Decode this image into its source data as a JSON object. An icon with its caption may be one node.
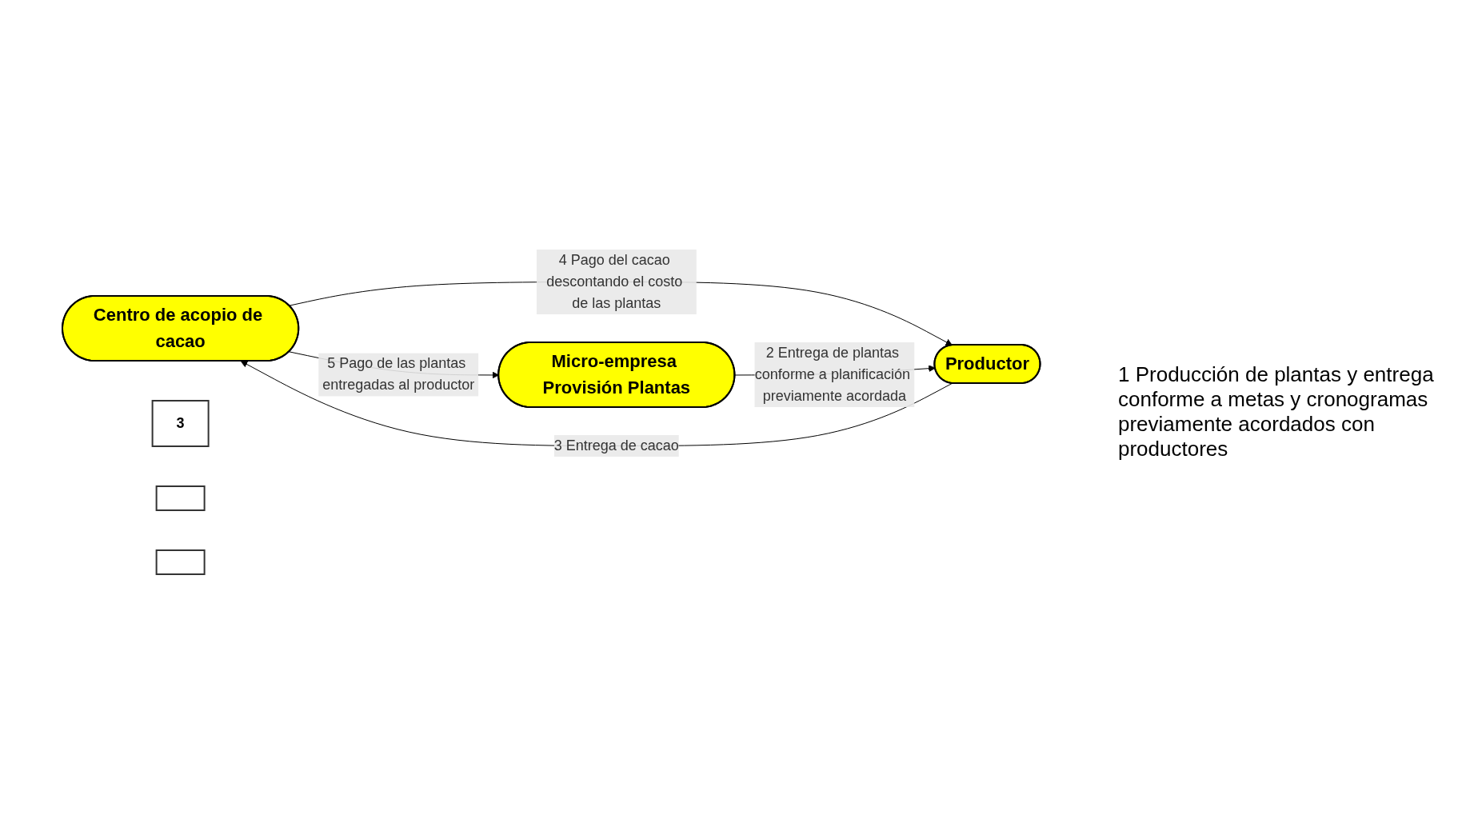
{
  "diagram": {
    "nodes": [
      {
        "text": [
          "Centro de acopio de cacao"
        ]
      },
      {
        "text": [
          "Productor"
        ]
      },
      {
        "text": [
          "Micro-empresa Provisión Plantas"
        ]
      },
      {
        "text": [
          "3"
        ]
      },
      {
        "text": [],
        "shape": "box"
      },
      {
        "text": [],
        "shape": "box"
      }
    ],
    "edges": [
      {
        "from": 1,
        "to": 0,
        "arrow": "to",
        "label": "3 Entrega de cacao"
      },
      {
        "from": 0,
        "to": 1,
        "arrow": "to",
        "label": "4 Pago del cacao descontando el costo de las plantas"
      },
      {
        "from": 0,
        "to": 2,
        "arrow": "to",
        "label": "5 Pago de las plantas entregadas al productor"
      },
      {
        "from": 2,
        "to": 1,
        "arrow": "to",
        "label": "2 Entrega de plantas conforme a planificación previamente acordada"
      }
    ],
    "labels": [
      "1 Producción de plantas y entrega conforme a metas y cronogramas previamente acordados con productores"
    ]
  }
}
